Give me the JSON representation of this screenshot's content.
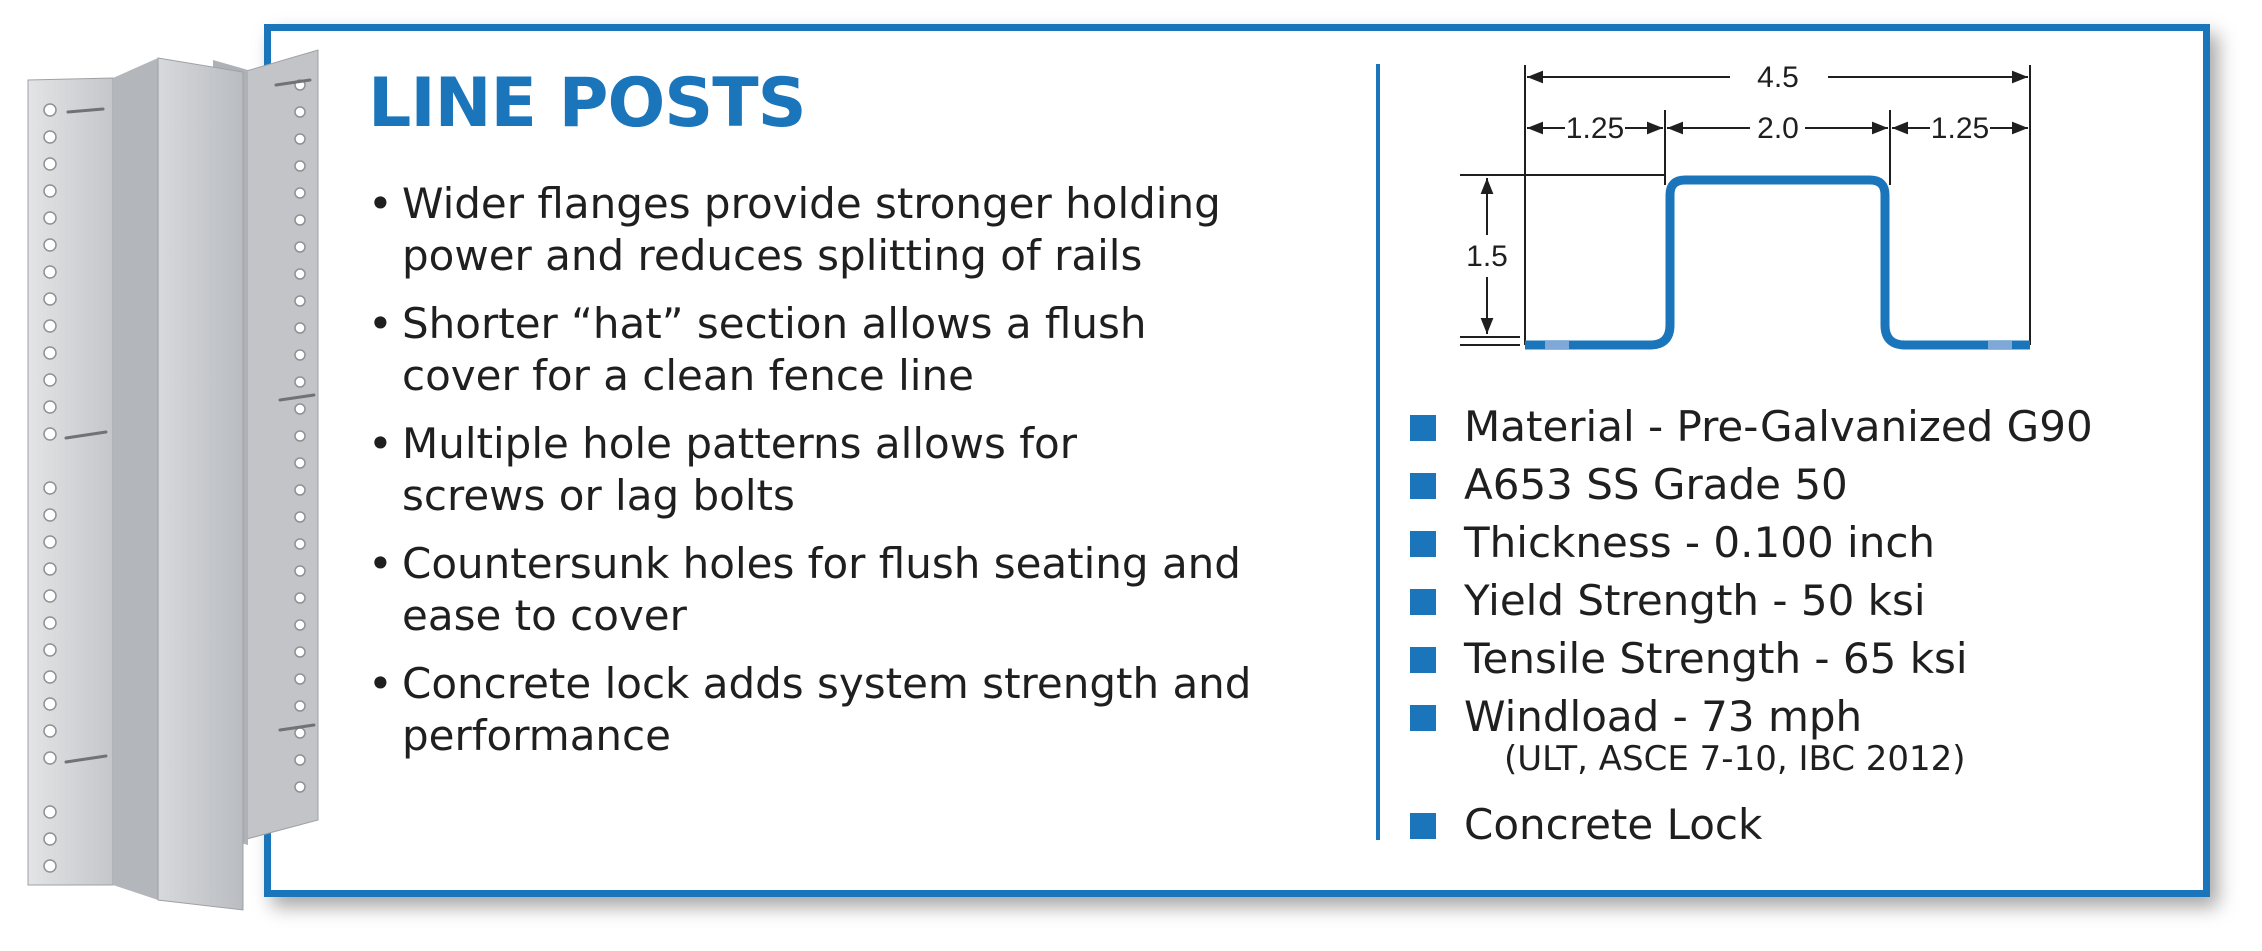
{
  "title": "LINE POSTS",
  "features": [
    [
      "Wider flanges provide stronger holding",
      "power and reduces splitting of rails"
    ],
    [
      "Shorter “hat” section allows a flush",
      "cover for a clean fence line"
    ],
    [
      "Multiple hole patterns allows for",
      "screws or lag bolts"
    ],
    [
      "Countersunk holes for flush seating and",
      "ease to cover"
    ],
    [
      "Concrete lock adds system strength and",
      "performance"
    ]
  ],
  "bullet": "•",
  "diagram": {
    "overall": "4.5",
    "left_flange": "1.25",
    "center": "2.0",
    "right_flange": "1.25",
    "height": "1.5"
  },
  "specs": [
    "Material - Pre-Galvanized G90",
    "A653 SS Grade 50",
    "Thickness - 0.100 inch",
    "Yield Strength - 50 ksi",
    "Tensile Strength - 65 ksi",
    "Windload - 73 mph"
  ],
  "specs_note": "(ULT, ASCE 7-10, IBC 2012)",
  "specs_last": "Concrete Lock",
  "colors": {
    "accent": "#1b75bb",
    "post": "#c9cbce",
    "post_dark": "#a9acb0"
  }
}
